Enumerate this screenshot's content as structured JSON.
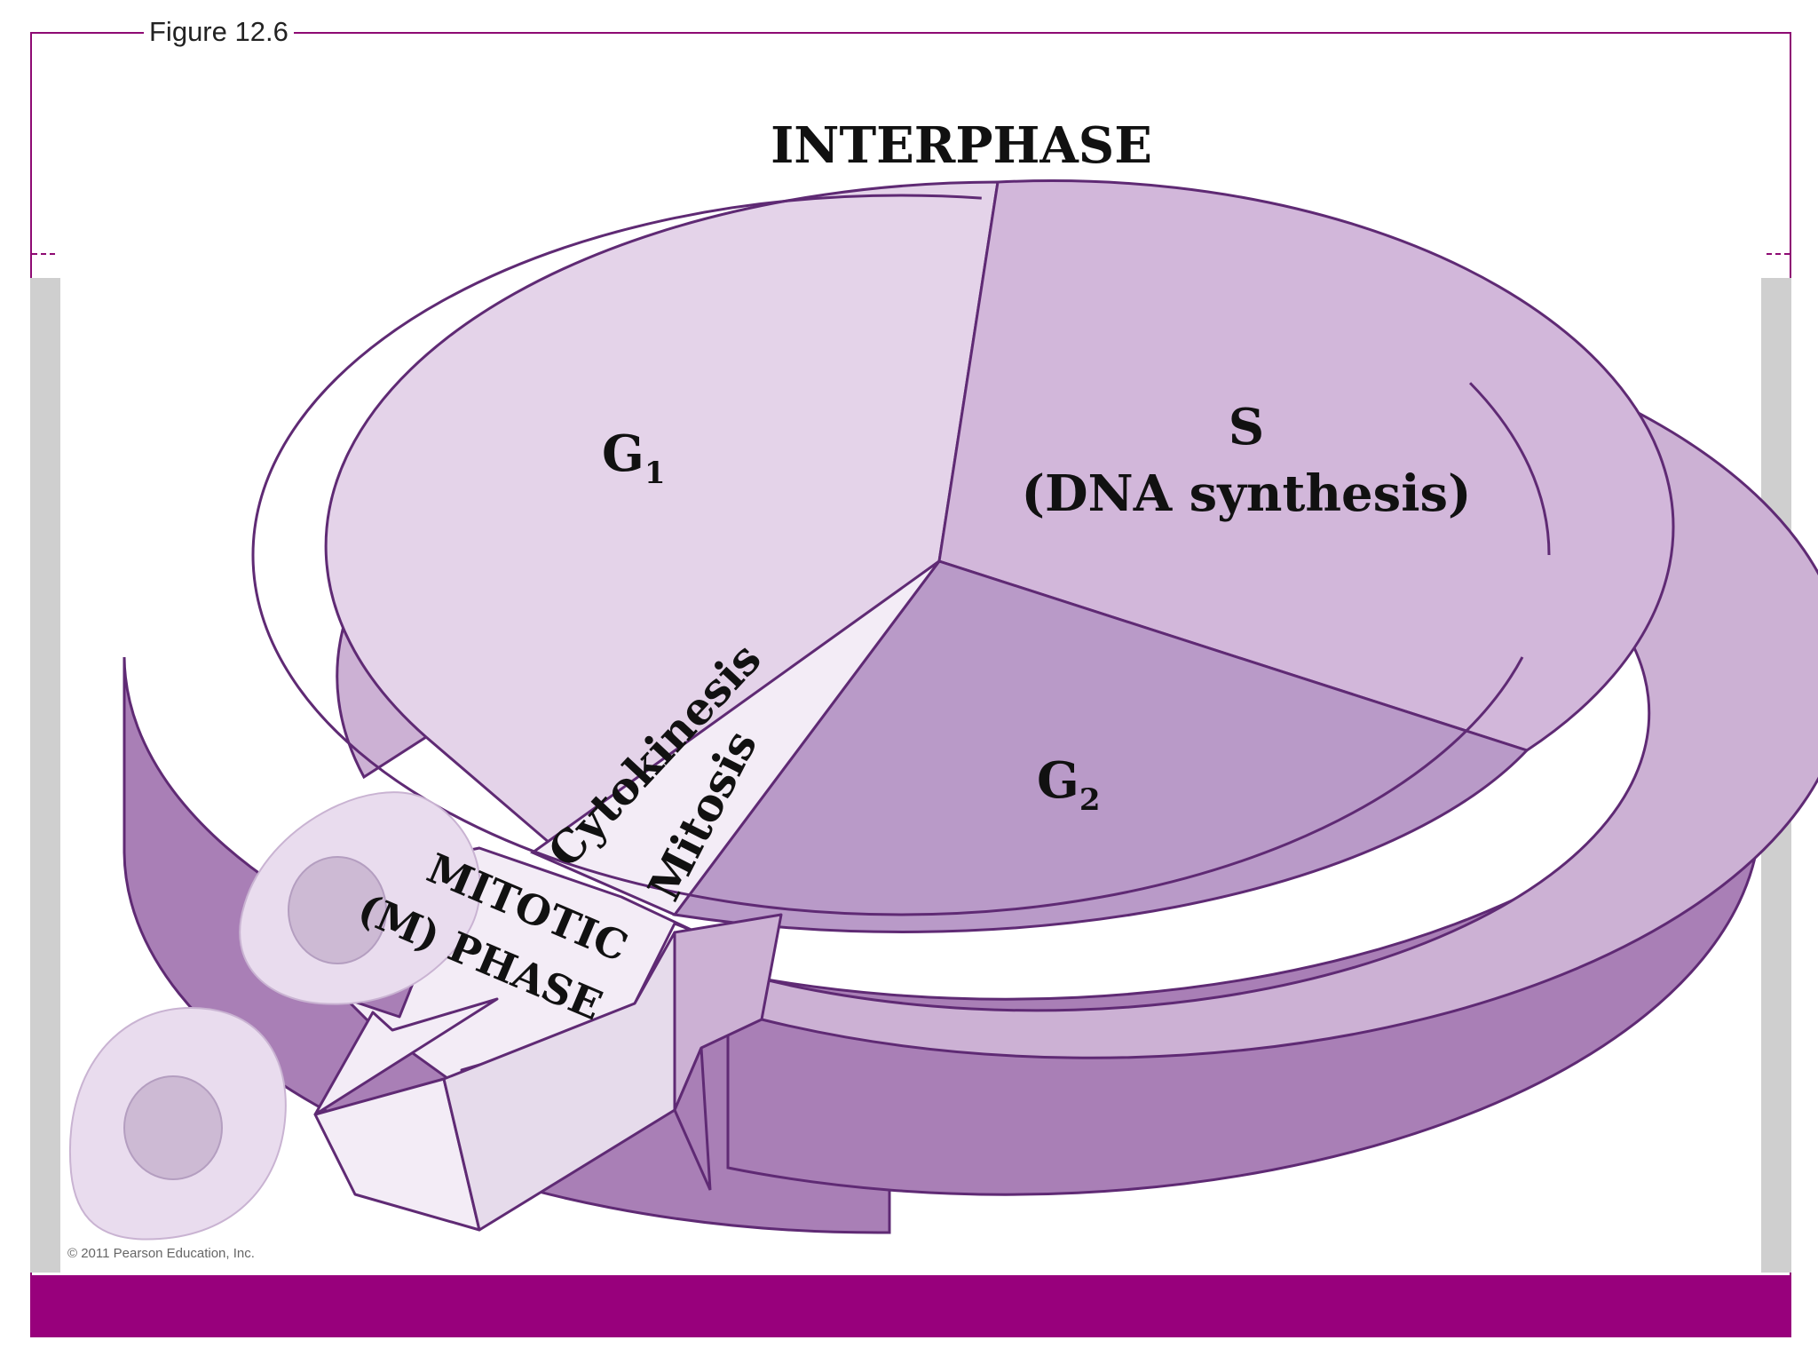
{
  "figure_label": "Figure 12.6",
  "labels": {
    "interphase": "INTERPHASE",
    "g1": "G",
    "g1_sub": "1",
    "s": "S",
    "s_sub": "(DNA synthesis)",
    "g2": "G",
    "g2_sub": "2",
    "cytokinesis": "Cytokinesis",
    "mitosis": "Mitosis",
    "mitotic_line1": "MITOTIC",
    "mitotic_line2": "(M) PHASE"
  },
  "copyright": "© 2011 Pearson Education, Inc.",
  "colors": {
    "ring_top": "#ccb1d4",
    "ring_side": "#a97fb6",
    "outline": "#5f2a74",
    "g1_fill": "#e4d3e9",
    "s_fill": "#d2b7da",
    "g2_fill": "#b99ac8",
    "m_fill": "#f3ecf6",
    "brand_bar": "#98007c"
  }
}
